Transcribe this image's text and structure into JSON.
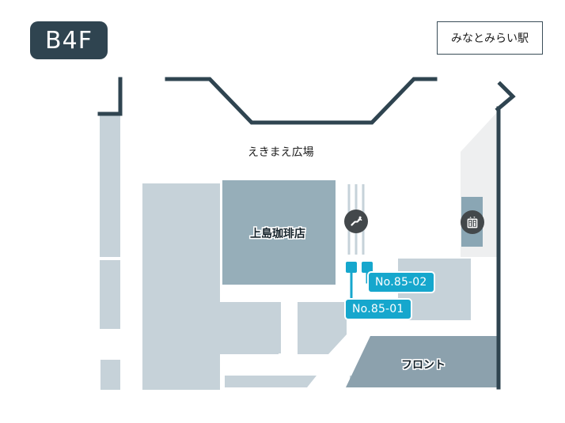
{
  "floor": {
    "badge_label": "B4F"
  },
  "station": {
    "name": "みなとみらい駅"
  },
  "labels": {
    "plaza": "えきまえ広場",
    "coffee_shop": "上島珈琲店",
    "front_desk": "フロント"
  },
  "pois": [
    {
      "id": "no-85-01",
      "label": "No.85-01"
    },
    {
      "id": "no-85-02",
      "label": "No.85-02"
    }
  ],
  "icons": [
    {
      "id": "escalator",
      "name": "escalator-icon"
    },
    {
      "id": "elevator",
      "name": "elevator-icon"
    }
  ],
  "colors": {
    "wall": "#2f4450",
    "badge_bg": "#2f4450",
    "poi_teal": "#16a7cd",
    "block_light": "#c6d2d9",
    "block_medium": "#96aeb9",
    "block_pale": "#eeeff0",
    "shaft": "#8aa6b4",
    "icon_bg": "#43484b",
    "page_bg": "#ffffff"
  }
}
